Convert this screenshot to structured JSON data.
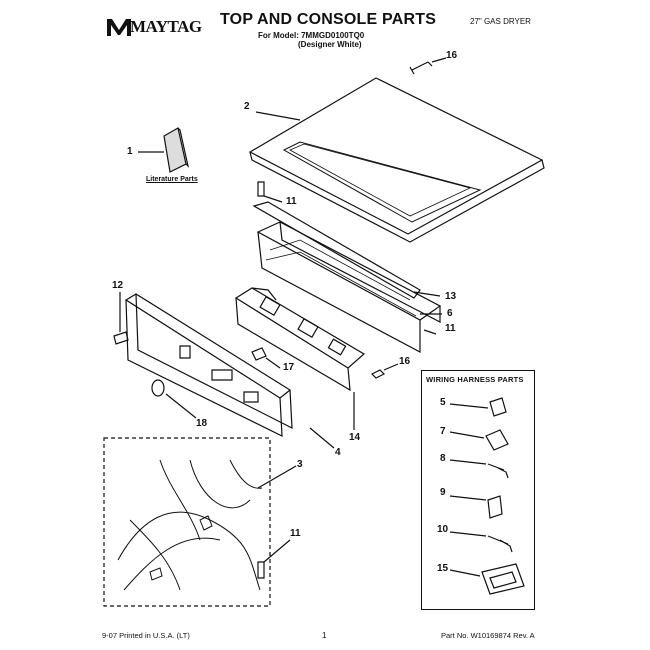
{
  "header": {
    "brand": "MAYTAG",
    "title": "TOP AND CONSOLE PARTS",
    "model_line": "For Model: 7MMGD0100TQ0",
    "color_line": "(Designer White)",
    "dryer_type": "27\" GAS DRYER"
  },
  "diagram": {
    "literature_label": "Literature Parts",
    "callouts": {
      "c1": "1",
      "c2": "2",
      "c3": "3",
      "c4": "4",
      "c6": "6",
      "c11a": "11",
      "c11b": "11",
      "c11c": "11",
      "c12": "12",
      "c13": "13",
      "c14": "14",
      "c16a": "16",
      "c16b": "16",
      "c17": "17",
      "c18": "18"
    }
  },
  "harness_box": {
    "title": "WIRING HARNESS PARTS",
    "items": [
      "5",
      "7",
      "8",
      "9",
      "10",
      "15"
    ]
  },
  "footer": {
    "left": "9-07 Printed in U.S.A. (LT)",
    "page": "1",
    "right": "Part No. W10169874 Rev. A"
  }
}
